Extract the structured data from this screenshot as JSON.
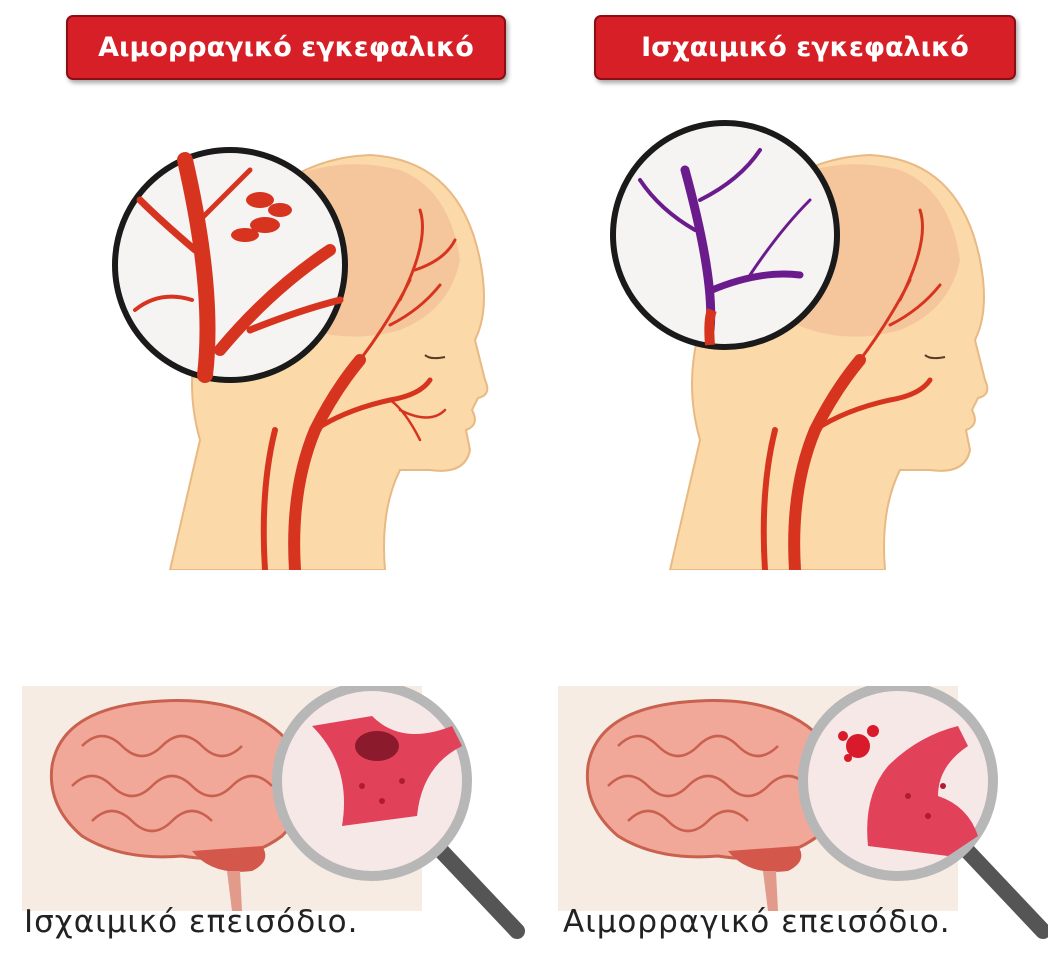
{
  "labels": {
    "left": "Αιμορραγικό εγκεφαλικό",
    "right": "Ισχαιμικό εγκεφαλικό"
  },
  "captions": {
    "left": "Ισχαιμικό επεισόδιο.",
    "right": "Αιμορραγικό επεισόδιο."
  },
  "colors": {
    "label_bg": "#d61f26",
    "skin": "#fbd9a8",
    "artery": "#d6341f",
    "clot_vessel": "#6b1c8c",
    "brain": "#f2a899"
  }
}
